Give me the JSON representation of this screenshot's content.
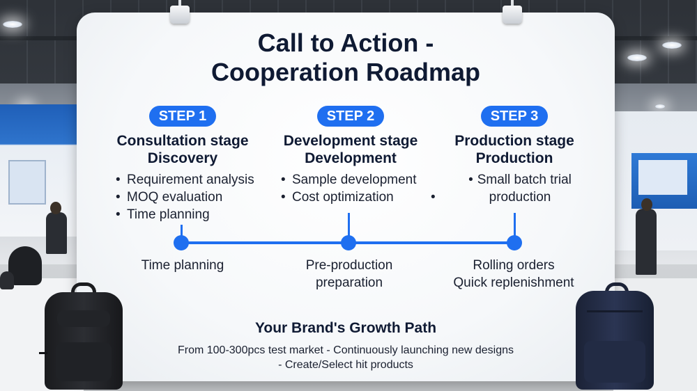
{
  "title": {
    "line1": "Call to Action -",
    "line2": "Cooperation Roadmap"
  },
  "steps": [
    {
      "badge": "STEP 1",
      "stage_line1": "Consultation stage",
      "stage_line2": "Discovery",
      "bullets": [
        "Requirement analysis",
        "MOQ evaluation",
        "Time planning"
      ],
      "milestone_line1": "Time planning",
      "milestone_line2": ""
    },
    {
      "badge": "STEP 2",
      "stage_line1": "Development stage",
      "stage_line2": "Development",
      "bullets": [
        "Sample development",
        "Cost optimization"
      ],
      "milestone_line1": "Pre-production",
      "milestone_line2": "preparation"
    },
    {
      "badge": "STEP 3",
      "stage_line1": "Production stage",
      "stage_line2": "Production",
      "bullets_line1": "Small batch trial",
      "bullets_line2": "production",
      "milestone_line1": "Rolling orders",
      "milestone_line2": "Quick replenishment"
    }
  ],
  "growth": {
    "heading": "Your Brand's Growth Path",
    "line1": "From 100-300pcs test market  - Continuously launching new designs",
    "line2": "- Create/Select hit products"
  },
  "colors": {
    "accent": "#1f6ff0",
    "text_dark": "#0f1a33",
    "board": "#f6f8fa"
  }
}
